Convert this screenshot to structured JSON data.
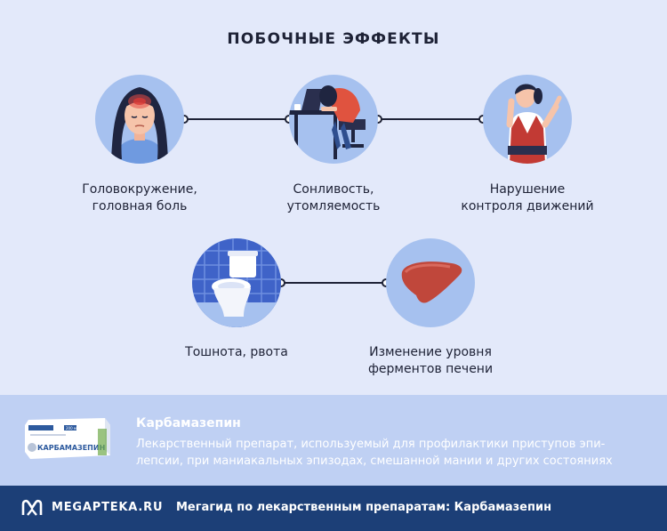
{
  "page": {
    "title": "ПОБОЧНЫЕ ЭФФЕКТЫ"
  },
  "effects": [
    {
      "line1": "Головокружение,",
      "line2": "головная боль",
      "icon": "headache-woman-icon"
    },
    {
      "line1": "Сонливость,",
      "line2": "утомляемость",
      "icon": "sleepy-desk-icon"
    },
    {
      "line1": "Нарушение",
      "line2": "контроля движений",
      "icon": "dizzy-woman-icon"
    },
    {
      "line1": "Тошнота, рвота",
      "line2": "",
      "icon": "toilet-icon"
    },
    {
      "line1": "Изменение уровня",
      "line2": "ферментов печени",
      "icon": "liver-icon"
    }
  ],
  "drug": {
    "box_label": "КАРБАМАЗЕПИН",
    "box_small": "200 мг",
    "name": "Карбамазепин",
    "description_line1": "Лекарственный препарат, используемый для профилактики приступов эпи-",
    "description_line2": "лепсии, при маниакальных эпизодах, смешанной мании и других состояниях"
  },
  "footer": {
    "logo": "MEGAPTEKA.RU",
    "text": "Мегагид по лекарственным препаратам: Карбамазепин"
  },
  "colors": {
    "background": "#e3e9fa",
    "circle": "#a6c1ef",
    "info_band": "#bfd0f3",
    "footer": "#1c3f77",
    "accent_red": "#d94c3d"
  }
}
